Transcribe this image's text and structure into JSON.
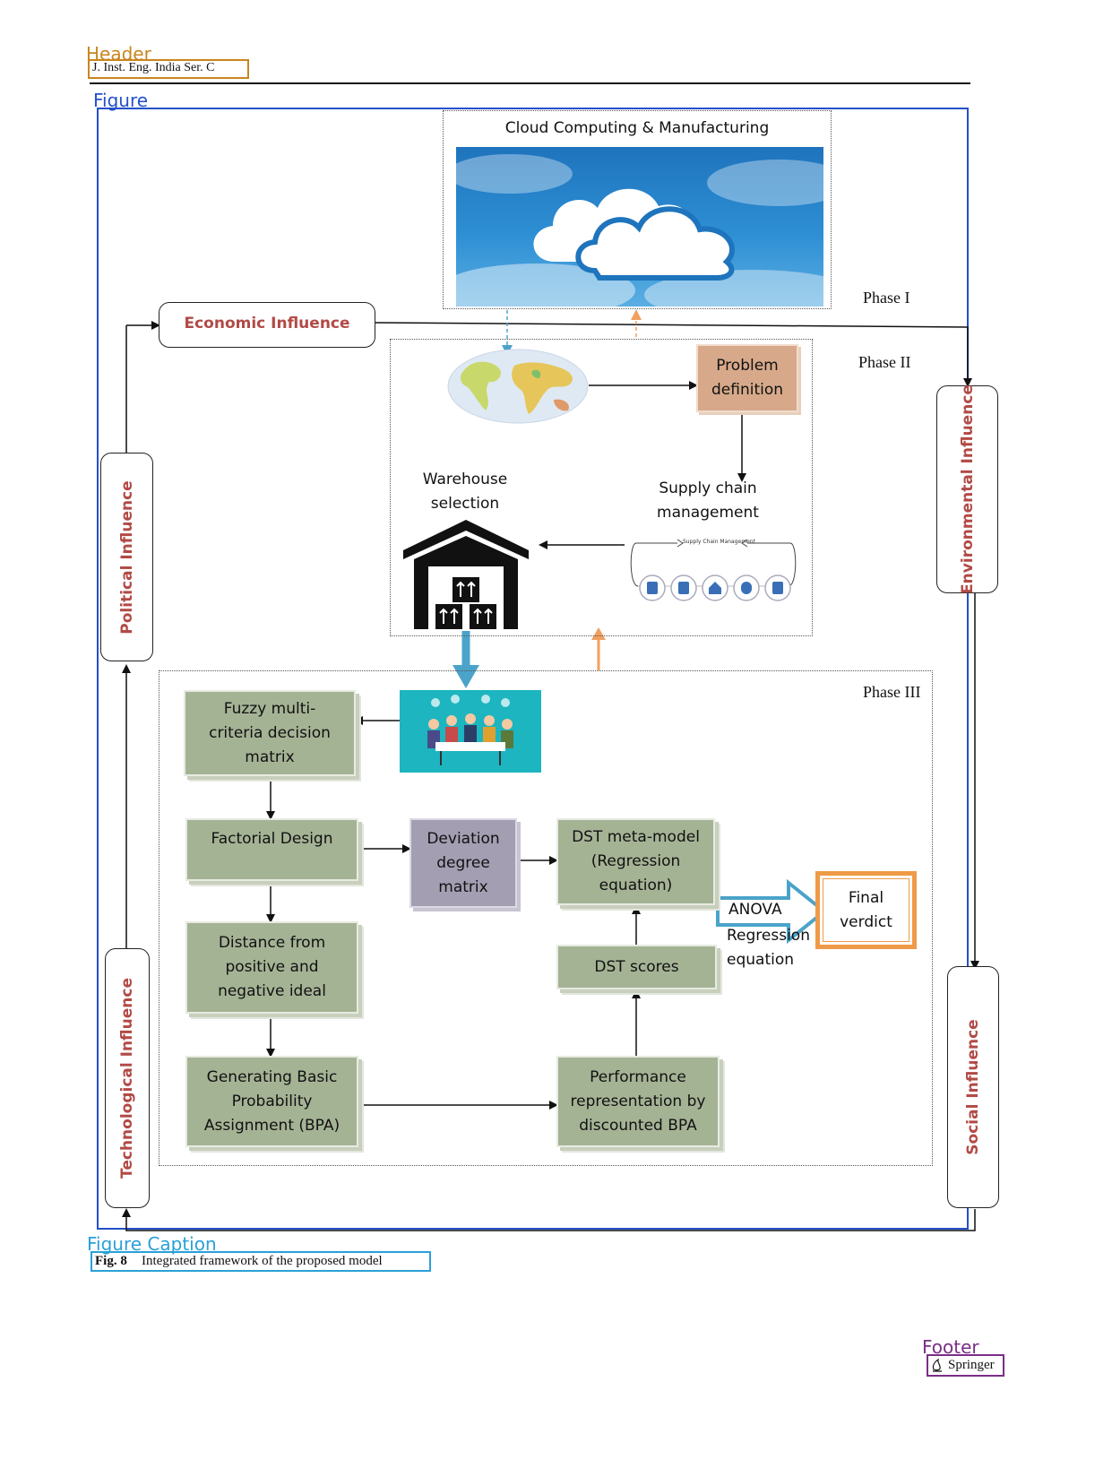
{
  "header": {
    "label": "Header",
    "journal": "J. Inst. Eng. India Ser. C"
  },
  "figure": {
    "label": "Figure",
    "cloud_title": "Cloud Computing & Manufacturing",
    "phases": {
      "phase1": "Phase I",
      "phase2": "Phase II",
      "phase3": "Phase III"
    },
    "influences": {
      "economic": "Economic Influence",
      "political": "Political Influence",
      "technological": "Technological Influence",
      "environmental": "Environmental Influence",
      "social": "Social Influence"
    },
    "phase2_nodes": {
      "problem_line1": "Problem",
      "problem_line2": "definition",
      "scm_line1": "Supply chain",
      "scm_line2": "management",
      "scm_small": "Supply Chain Management",
      "warehouse_line1": "Warehouse",
      "warehouse_line2": "selection"
    },
    "phase3_nodes": {
      "fuzzy_line1": "Fuzzy multi-",
      "fuzzy_line2": "criteria decision",
      "fuzzy_line3": "matrix",
      "factorial": "Factorial Design",
      "deviation_line1": "Deviation",
      "deviation_line2": "degree",
      "deviation_line3": "matrix",
      "dst_meta_line1": "DST meta-model",
      "dst_meta_line2": "(Regression",
      "dst_meta_line3": "equation)",
      "distance_line1": "Distance from",
      "distance_line2": "positive and",
      "distance_line3": "negative ideal",
      "dst_scores": "DST scores",
      "bpa_line1": "Generating Basic",
      "bpa_line2": "Probability",
      "bpa_line3": "Assignment (BPA)",
      "perf_line1": "Performance",
      "perf_line2": "representation by",
      "perf_line3": "discounted BPA",
      "anova": "ANOVA",
      "reg_line1": "Regression",
      "reg_line2": "equation",
      "final_line1": "Final",
      "final_line2": "verdict"
    }
  },
  "caption": {
    "label": "Figure Caption",
    "fig_number": "Fig. 8",
    "text": "Integrated framework of the proposed model"
  },
  "footer": {
    "label": "Footer",
    "publisher": "Springer"
  },
  "colors": {
    "header_box": "#c8861e",
    "figure_box": "#2450c8",
    "caption_box": "#2aa0d8",
    "footer_box": "#7a2e86",
    "process_box": "#a5b395",
    "problem_box": "#d7a98a",
    "deviation_box": "#a39eb2",
    "influence_text": "#b24a46",
    "orange_arrow": "#f0a060",
    "teal_arrow": "#4ba3c9",
    "final_border": "#ef9a48"
  }
}
